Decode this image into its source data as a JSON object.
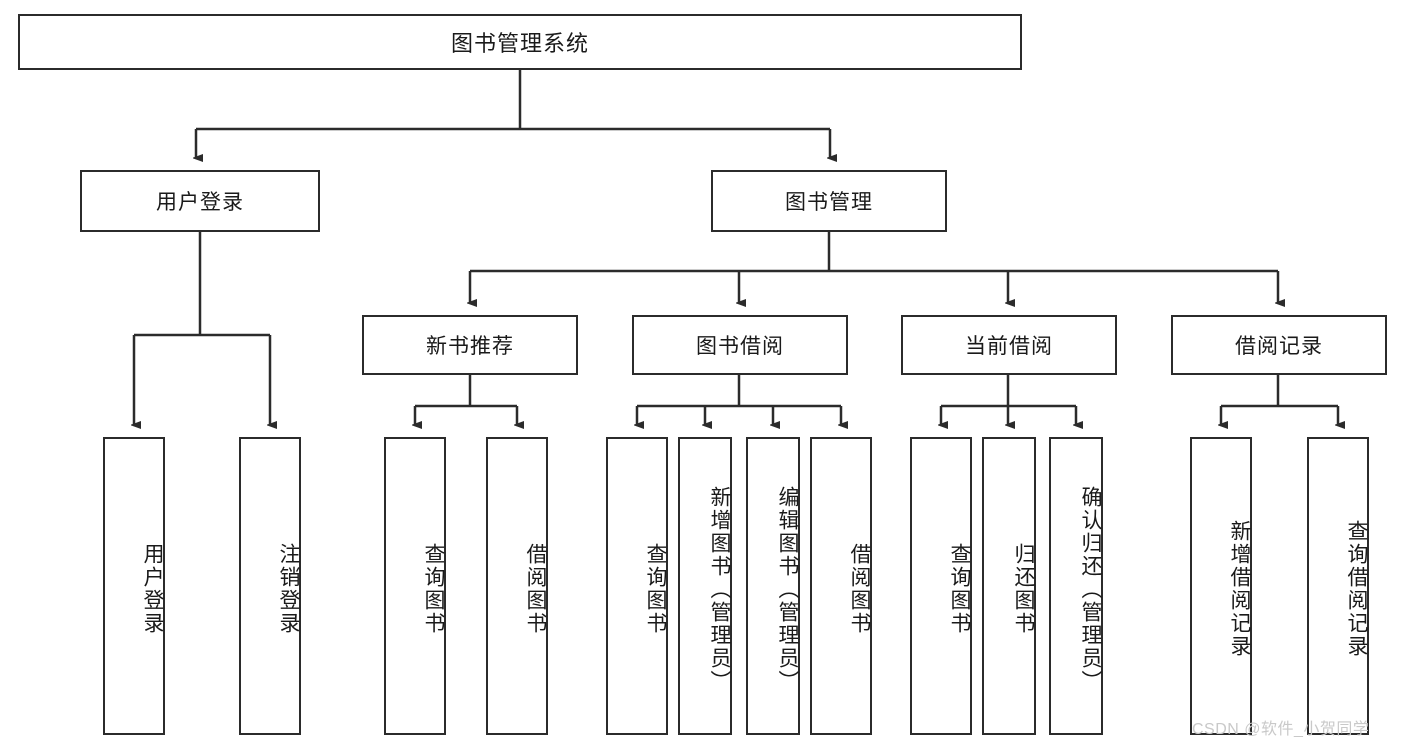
{
  "diagram": {
    "type": "tree-hierarchy",
    "title": "图书管理系统",
    "background_color": "#ffffff",
    "line_color": "#2b2b2b",
    "text_color": "#1a1a1a"
  },
  "nodes": {
    "root": {
      "label": "图书管理系统",
      "level": 1,
      "orientation": "horizontal"
    },
    "level2": [
      {
        "id": "user-login",
        "label": "用户登录",
        "orientation": "horizontal"
      },
      {
        "id": "book-management",
        "label": "图书管理",
        "orientation": "horizontal"
      }
    ],
    "level3": [
      {
        "id": "new-book-recommend",
        "label": "新书推荐",
        "parent": "book-management",
        "orientation": "horizontal"
      },
      {
        "id": "book-borrow",
        "label": "图书借阅",
        "parent": "book-management",
        "orientation": "horizontal"
      },
      {
        "id": "current-borrow",
        "label": "当前借阅",
        "parent": "book-management",
        "orientation": "horizontal"
      },
      {
        "id": "borrow-record",
        "label": "借阅记录",
        "parent": "book-management",
        "orientation": "horizontal"
      }
    ],
    "leaves": [
      {
        "id": "leaf-user-login",
        "label": "用户登录",
        "parent": "user-login",
        "orientation": "vertical"
      },
      {
        "id": "leaf-user-logout",
        "label": "注销登录",
        "parent": "user-login",
        "orientation": "vertical"
      },
      {
        "id": "leaf-query-book-1",
        "label": "查询图书",
        "parent": "new-book-recommend",
        "orientation": "vertical"
      },
      {
        "id": "leaf-borrow-book-1",
        "label": "借阅图书",
        "parent": "new-book-recommend",
        "orientation": "vertical"
      },
      {
        "id": "leaf-query-book-2",
        "label": "查询图书",
        "parent": "book-borrow",
        "orientation": "vertical"
      },
      {
        "id": "leaf-add-book",
        "label": "新增图书（管理员）",
        "parent": "book-borrow",
        "orientation": "vertical"
      },
      {
        "id": "leaf-edit-book",
        "label": "编辑图书（管理员）",
        "parent": "book-borrow",
        "orientation": "vertical"
      },
      {
        "id": "leaf-borrow-book-2",
        "label": "借阅图书",
        "parent": "book-borrow",
        "orientation": "vertical"
      },
      {
        "id": "leaf-query-book-3",
        "label": "查询图书",
        "parent": "current-borrow",
        "orientation": "vertical"
      },
      {
        "id": "leaf-return-book",
        "label": "归还图书",
        "parent": "current-borrow",
        "orientation": "vertical"
      },
      {
        "id": "leaf-confirm-return",
        "label": "确认归还（管理员）",
        "parent": "current-borrow",
        "orientation": "vertical"
      },
      {
        "id": "leaf-add-record",
        "label": "新增借阅记录",
        "parent": "borrow-record",
        "orientation": "vertical"
      },
      {
        "id": "leaf-query-record",
        "label": "查询借阅记录",
        "parent": "borrow-record",
        "orientation": "vertical"
      }
    ]
  },
  "watermark": {
    "text": "CSDN @软件_小贺同学"
  }
}
